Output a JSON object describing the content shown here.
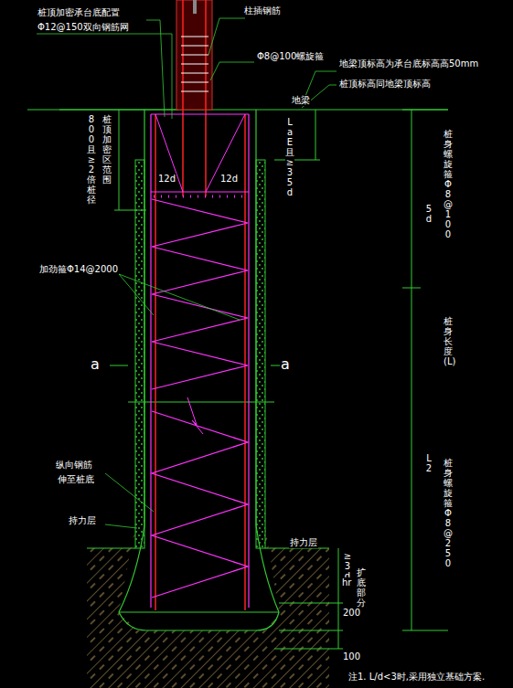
{
  "diagram": {
    "labels": [
      "桩顶加密承台底配置",
      "Φ12@150双向钢筋网",
      "柱插钢筋",
      "Φ8@100螺旋箍",
      "地梁顶标高为承台底标高高50mm",
      "桩顶标高同地梁顶标高",
      "地梁",
      "LaE且≥35d",
      "800且≥2倍桩径",
      "桩顶加密区范围",
      "12d",
      "12d",
      "5d",
      "桩身螺旋箍Φ8@100",
      "加劲箍Φ14@2000",
      "a",
      "a",
      "桩身长度(L)",
      "L2",
      "桩身螺旋箍Φ8@250",
      "纵向钢筋",
      "伸至桩底",
      "持力层",
      "持力层",
      "≥3d",
      "hr",
      "扩底部分",
      "200",
      "100",
      "注1. L/d<3时,采用独立基础方案."
    ]
  }
}
